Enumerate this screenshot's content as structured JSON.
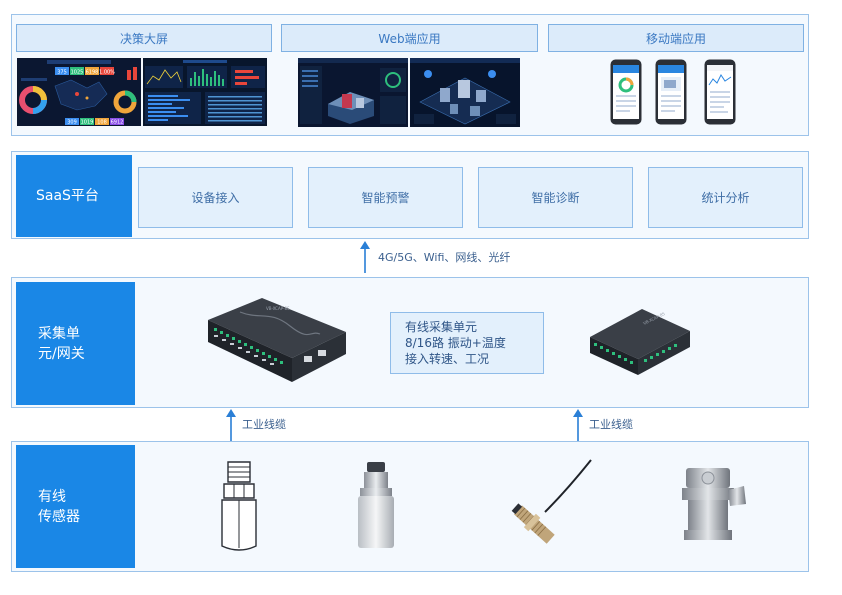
{
  "top": {
    "tabs": [
      {
        "label": "决策大屏"
      },
      {
        "label": "Web端应用"
      },
      {
        "label": "移动端应用"
      }
    ],
    "dashboard_stats": [
      "375",
      "1025",
      "6198",
      "1.00%"
    ],
    "dashboard_bottom": [
      "309",
      "1019",
      "108",
      "6912"
    ]
  },
  "saas": {
    "label": "SaaS平台",
    "features": [
      {
        "label": "设备接入"
      },
      {
        "label": "智能预警"
      },
      {
        "label": "智能诊断"
      },
      {
        "label": "统计分析"
      }
    ],
    "uplink_label": "4G/5G、Wifi、网线、光纤"
  },
  "gateway": {
    "label_line1": "采集单",
    "label_line2": "元/网关",
    "info_lines": [
      "有线采集单元",
      "8/16路 振动+温度",
      "接入转速、工况"
    ],
    "device_text": "VB-XCAP-8S",
    "cable_left": "工业线缆",
    "cable_right": "工业线缆"
  },
  "sensor": {
    "label_line1": "有线",
    "label_line2": "传感器"
  },
  "colors": {
    "accent": "#1a87e6",
    "panel_border": "#9cc3ea",
    "panel_fill": "#f4f9fe",
    "arrow": "#2a7fd6"
  }
}
